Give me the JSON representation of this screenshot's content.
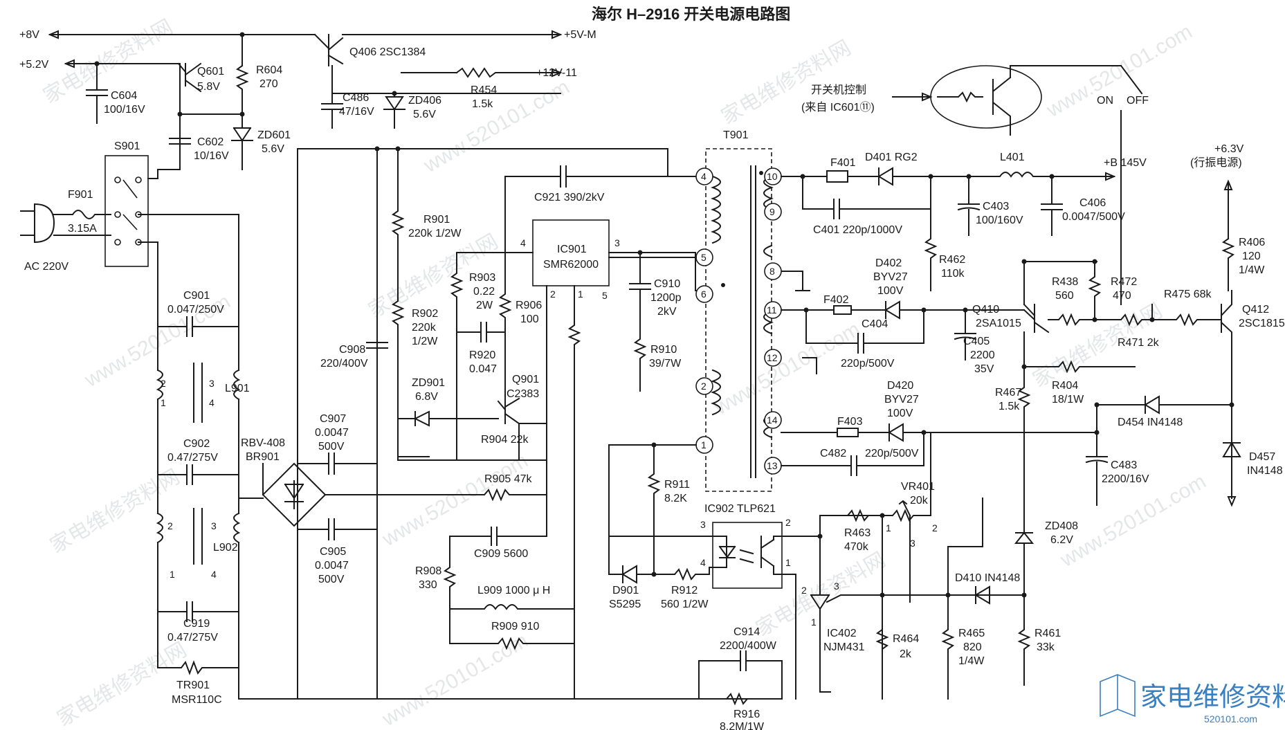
{
  "title": "海尔 H–2916 开关电源电路图",
  "rails": {
    "p8v": "+8V",
    "p52v": "+5.2V",
    "p5vm": "+5V-M",
    "p12v": "+12V-11",
    "b145": "+B 145V",
    "p63v": "+6.3V",
    "p63v_note": "(行振电源)",
    "ac": "AC 220V"
  },
  "control": {
    "label": "开关机控制",
    "source": "(来自 IC601⑪)",
    "on": "ON",
    "off": "OFF"
  },
  "components": {
    "q406": "Q406 2SC1384",
    "q601_ref": "Q601",
    "q601_val": "5.8V",
    "r604_ref": "R604",
    "r604_val": "270",
    "c604_ref": "C604",
    "c604_val": "100/16V",
    "c602_ref": "C602",
    "c602_val": "10/16V",
    "zd601_ref": "ZD601",
    "zd601_val": "5.6V",
    "c486_ref": "C486",
    "c486_val": "47/16V",
    "zd406_ref": "ZD406",
    "zd406_val": "5.6V",
    "r454_ref": "R454",
    "r454_val": "1.5k",
    "s901": "S901",
    "f901_ref": "F901",
    "f901_val": "3.15A",
    "c901_ref": "C901",
    "c901_val": "0.047/250V",
    "l901": "L901",
    "c902_ref": "C902",
    "c902_val": "0.47/275V",
    "l902": "L902",
    "c919_ref": "C919",
    "c919_val": "0.47/275V",
    "tr901_ref": "TR901",
    "tr901_val": "MSR110C",
    "br_ref": "RBV-408",
    "br_val": "BR901",
    "c907_ref": "C907",
    "c907_val": "0.0047",
    "c907_v": "500V",
    "c905_ref": "C905",
    "c905_val": "0.0047",
    "c905_v": "500V",
    "c908_ref": "C908",
    "c908_val": "220/400V",
    "r901_ref": "R901",
    "r901_val": "220k 1/2W",
    "r902_ref": "R902",
    "r902_val": "220k",
    "r902_w": "1/2W",
    "zd901_ref": "ZD901",
    "zd901_val": "6.8V",
    "r903_ref": "R903",
    "r903_val": "0.22",
    "r903_w": "2W",
    "r906_ref": "R906",
    "r906_val": "100",
    "r920_ref": "R920",
    "r920_val": "0.047",
    "q901_ref": "Q901",
    "q901_val": "C2383",
    "r904": "R904 22k",
    "r905": "R905 47k",
    "c921": "C921 390/2kV",
    "ic901_ref": "IC901",
    "ic901_val": "SMR62000",
    "c910_ref": "C910",
    "c910_val": "1200p",
    "c910_v": "2kV",
    "r910_ref": "R910",
    "r910_val": "39/7W",
    "c909": "C909 5600",
    "r908_ref": "R908",
    "r908_val": "330",
    "l909": "L909 1000 μ H",
    "r909": "R909 910",
    "r911_ref": "R911",
    "r911_val": "8.2K",
    "ic902": "IC902 TLP621",
    "d901_ref": "D901",
    "d901_val": "S5295",
    "r912_ref": "R912",
    "r912_val": "560 1/2W",
    "c914_ref": "C914",
    "c914_val": "2200/400W",
    "r916_ref": "R916",
    "r916_val": "8.2M/1W",
    "t901": "T901",
    "f401": "F401",
    "d401": "D401 RG2",
    "l401": "L401",
    "c401": "C401 220p/1000V",
    "c403_ref": "C403",
    "c403_val": "100/160V",
    "c406_ref": "C406",
    "c406_val": "0.0047/500V",
    "r462_ref": "R462",
    "r462_val": "110k",
    "d402_ref": "D402",
    "d402_val": "BYV27",
    "d402_v": "100V",
    "f402": "F402",
    "c404_ref": "C404",
    "c404_val": "220p/500V",
    "d420_ref": "D420",
    "d420_val": "BYV27",
    "d420_v": "100V",
    "f403": "F403",
    "c482": "C482",
    "c482_val": "220p/500V",
    "q410_ref": "Q410",
    "q410_val": "2SA1015",
    "c405_ref": "C405",
    "c405_val": "2200",
    "c405_v": "35V",
    "r438_ref": "R438",
    "r438_val": "560",
    "r472_ref": "R472",
    "r472_val": "470",
    "r475": "R475 68k",
    "r471": "R471 2k",
    "q412_ref": "Q412",
    "q412_val": "2SC1815",
    "r406_ref": "R406",
    "r406_val": "120",
    "r406_w": "1/4W",
    "r467_ref": "R467",
    "r467_val": "1.5k",
    "r404_ref": "R404",
    "r404_val": "18/1W",
    "d454": "D454 IN4148",
    "d457_ref": "D457",
    "d457_val": "IN4148",
    "c483_ref": "C483",
    "c483_val": "2200/16V",
    "vr401_ref": "VR401",
    "vr401_val": "20k",
    "r463_ref": "R463",
    "r463_val": "470k",
    "zd408_ref": "ZD408",
    "zd408_val": "6.2V",
    "d410": "D410 IN4148",
    "ic402_ref": "IC402",
    "ic402_val": "NJM431",
    "r464_ref": "R464",
    "r464_val": "2k",
    "r465_ref": "R465",
    "r465_val": "820",
    "r465_w": "1/4W",
    "r461_ref": "R461",
    "r461_val": "33k"
  },
  "pins": {
    "ic901": [
      "4",
      "3",
      "2",
      "1",
      "5"
    ],
    "ic902": [
      "3",
      "2",
      "4",
      "1"
    ],
    "ic402": [
      "2",
      "3",
      "1"
    ],
    "vr401": [
      "1",
      "3",
      "2"
    ],
    "l901": [
      "2",
      "1",
      "3",
      "4"
    ],
    "l902": [
      "2",
      "1",
      "3",
      "4"
    ],
    "t901": [
      "4",
      "5",
      "6",
      "2",
      "1",
      "10",
      "9",
      "8",
      "11",
      "12",
      "14",
      "13"
    ]
  },
  "watermark": {
    "text_cn": "家电维修资料网",
    "url": "www.520101.com",
    "logo": "家电维修资料网",
    "logo_url": "520101.com"
  }
}
